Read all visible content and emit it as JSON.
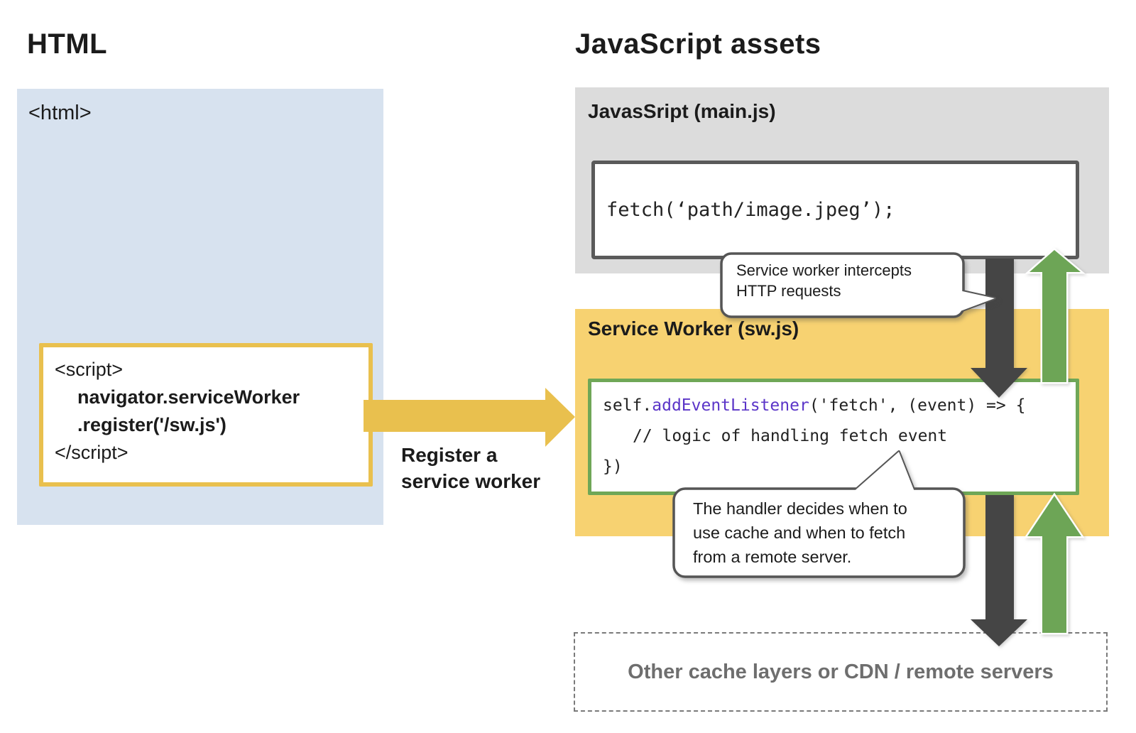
{
  "headings": {
    "left": "HTML",
    "right": "JavaScript assets"
  },
  "html_box": {
    "tag": "<html>",
    "script": {
      "open": "<script>",
      "line1": "navigator.serviceWorker",
      "line2": ".register('/sw.js')",
      "close": "</script>"
    }
  },
  "register_label": {
    "line1": "Register a",
    "line2": "service worker"
  },
  "main_js": {
    "title": "JavasSript (main.js)",
    "code": "fetch(‘path/image.jpeg’);"
  },
  "service_worker": {
    "title": "Service Worker (sw.js)",
    "code": {
      "line1_pre": "self.",
      "line1_fn": "addEventListener",
      "line1_post": "('fetch', (event) => {",
      "line2": "// logic of handling fetch event",
      "line3": "})"
    }
  },
  "bubbles": {
    "intercept": {
      "line1": "Service worker intercepts",
      "line2": "HTTP requests"
    },
    "handler": {
      "line1": "The handler decides when to",
      "line2": "use cache and when to fetch",
      "line3": "from a remote server."
    }
  },
  "other_layers": {
    "label": "Other cache layers or CDN / remote servers"
  },
  "icons": {
    "register_arrow": "right-arrow",
    "request_arrows": "down-arrow",
    "response_arrows": "up-arrow"
  },
  "colors": {
    "accent_yellow": "#E9C04E",
    "sw_box_yellow": "#F7D271",
    "html_box_blue": "#D7E2EF",
    "assets_box_gray": "#DCDCDC",
    "request_arrow_dark": "#454545",
    "response_arrow_green": "#6DA556",
    "code_border_green": "#6FA757",
    "fn_purple": "#5B35C8",
    "muted_text_gray": "#6E6E6E"
  }
}
